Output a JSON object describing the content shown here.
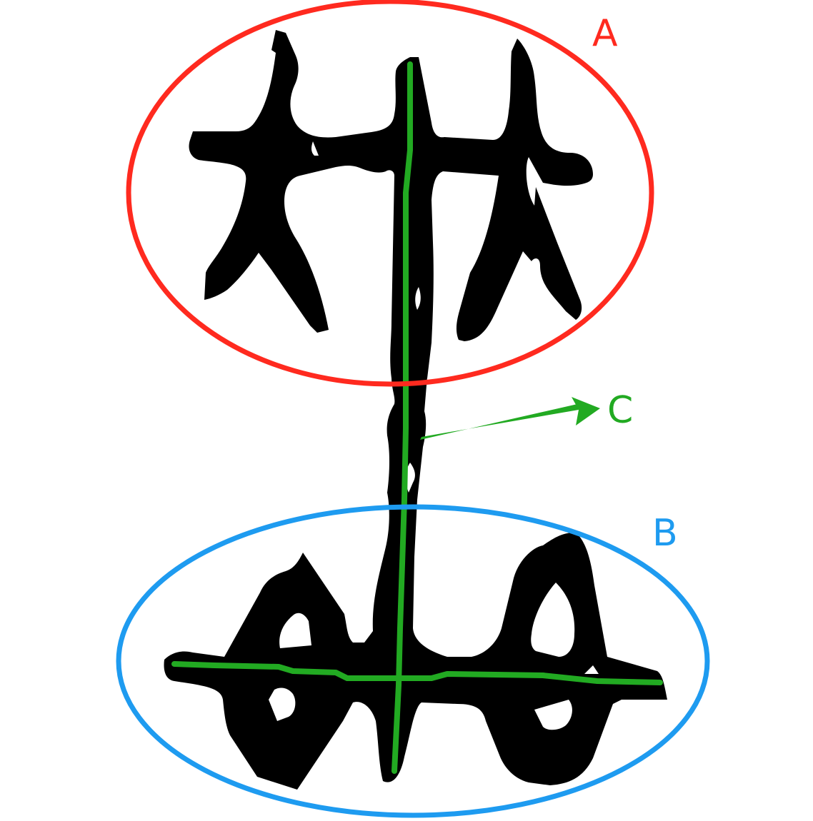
{
  "labels": {
    "a": "A",
    "b": "B",
    "c": "C"
  },
  "colors": {
    "glyph": "#000000",
    "ellipse_a": "#ff2a1f",
    "ellipse_b": "#1e9bf0",
    "annotation_c": "#22aa22"
  }
}
